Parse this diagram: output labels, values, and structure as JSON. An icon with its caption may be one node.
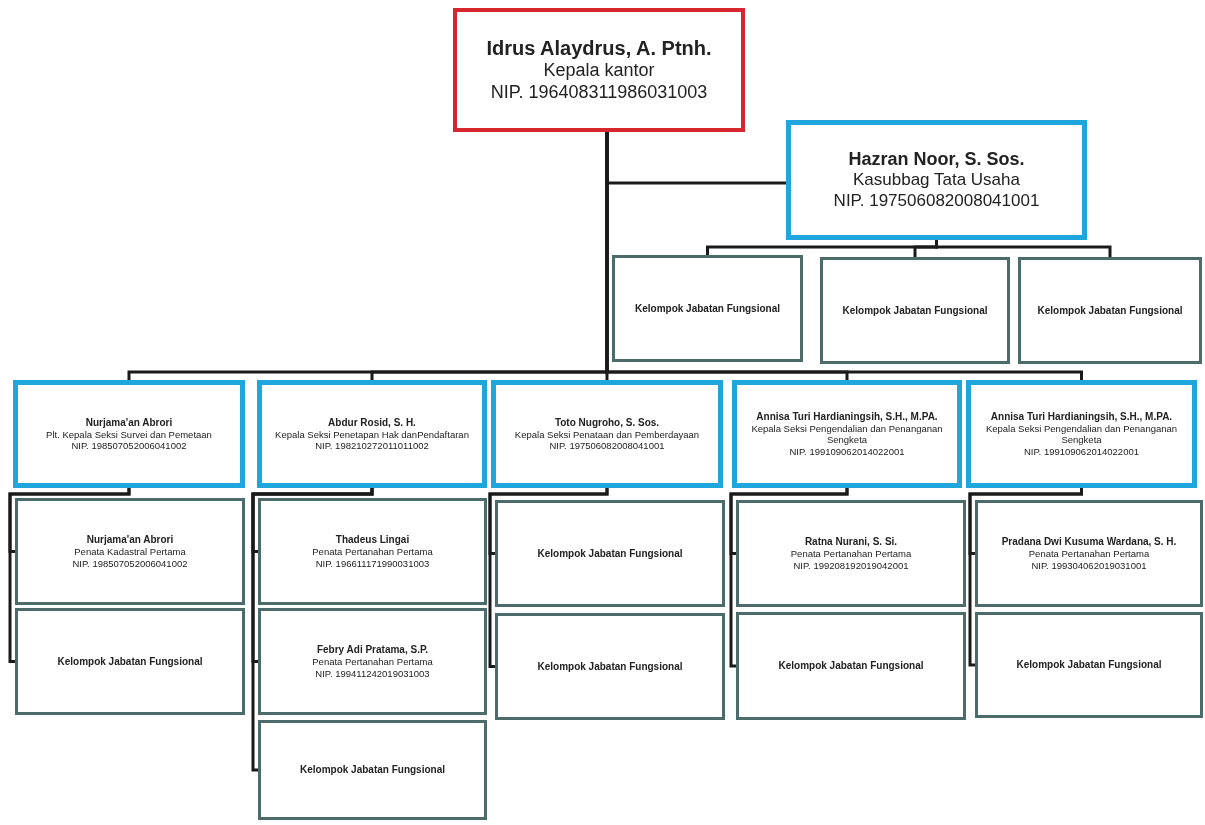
{
  "diagram": {
    "nodes": [
      {
        "text": [
          "Idrus Alaydrus, A. Ptnh.",
          "Kepala kantor",
          "NIP. 196408311986031003"
        ]
      },
      {
        "text": [
          "Hazran Noor, S. Sos.",
          "Kasubbag Tata Usaha",
          "NIP. 197506082008041001"
        ]
      },
      {
        "text": [
          "Kelompok Jabatan Fungsional"
        ]
      },
      {
        "text": [
          "Kelompok Jabatan Fungsional"
        ]
      },
      {
        "text": [
          "Kelompok Jabatan Fungsional"
        ]
      },
      {
        "text": [
          "Nurjama'an Abrori",
          "Plt. Kepala Seksi Survei dan Pemetaan",
          "NIP. 198507052006041002"
        ]
      },
      {
        "text": [
          "Abdur Rosid, S. H.",
          "Kepala Seksi Penetapan Hak danPendaftaran",
          "NIP. 198210272011011002"
        ]
      },
      {
        "text": [
          "Toto Nugroho, S. Sos.",
          "Kepala Seksi Penataan dan Pemberdayaan",
          "NIP. 197506082008041001"
        ]
      },
      {
        "text": [
          "Annisa Turi Hardianingsih, S.H., M.PA.",
          "Kepala Seksi Pengendalian dan Penanganan Sengketa",
          "NIP. 199109062014022001"
        ]
      },
      {
        "text": [
          "Annisa Turi Hardianingsih, S.H., M.PA.",
          "Kepala Seksi Pengendalian dan Penanganan Sengketa",
          "NIP. 199109062014022001"
        ]
      },
      {
        "text": [
          "Nurjama'an Abrori",
          "Penata Kadastral Pertama",
          "NIP. 198507052006041002"
        ]
      },
      {
        "text": [
          "Kelompok Jabatan Fungsional"
        ]
      },
      {
        "text": [
          "Thadeus Lingai",
          "Penata Pertanahan Pertama",
          "NIP. 196611171990031003"
        ]
      },
      {
        "text": [
          "Febry Adi Pratama, S.P.",
          "Penata Pertanahan Pertama",
          "NIP. 199411242019031003"
        ]
      },
      {
        "text": [
          "Kelompok Jabatan Fungsional"
        ]
      },
      {
        "text": [
          "Kelompok Jabatan Fungsional"
        ]
      },
      {
        "text": [
          "Kelompok Jabatan Fungsional"
        ]
      },
      {
        "text": [
          "Ratna Nurani, S. Si.",
          "Penata Pertanahan Pertama",
          "NIP. 199208192019042001"
        ]
      },
      {
        "text": [
          "Kelompok Jabatan Fungsional"
        ]
      },
      {
        "text": [
          "Pradana Dwi Kusuma Wardana, S. H.",
          "Penata Pertanahan Pertama",
          "NIP. 199304062019031001"
        ]
      },
      {
        "text": [
          "Kelompok Jabatan Fungsional"
        ]
      }
    ],
    "edges": [
      {
        "from": 0,
        "to": 1,
        "arrow": "none"
      },
      {
        "from": 1,
        "to": 2,
        "arrow": "none"
      },
      {
        "from": 1,
        "to": 3,
        "arrow": "none"
      },
      {
        "from": 1,
        "to": 4,
        "arrow": "none"
      },
      {
        "from": 0,
        "to": 5,
        "arrow": "none"
      },
      {
        "from": 0,
        "to": 6,
        "arrow": "none"
      },
      {
        "from": 0,
        "to": 7,
        "arrow": "none"
      },
      {
        "from": 0,
        "to": 8,
        "arrow": "none"
      },
      {
        "from": 0,
        "to": 9,
        "arrow": "none"
      },
      {
        "from": 5,
        "to": 10,
        "arrow": "none"
      },
      {
        "from": 5,
        "to": 11,
        "arrow": "none"
      },
      {
        "from": 6,
        "to": 12,
        "arrow": "none"
      },
      {
        "from": 6,
        "to": 13,
        "arrow": "none"
      },
      {
        "from": 6,
        "to": 14,
        "arrow": "none"
      },
      {
        "from": 7,
        "to": 15,
        "arrow": "none"
      },
      {
        "from": 7,
        "to": 16,
        "arrow": "none"
      },
      {
        "from": 8,
        "to": 17,
        "arrow": "none"
      },
      {
        "from": 8,
        "to": 18,
        "arrow": "none"
      },
      {
        "from": 9,
        "to": 19,
        "arrow": "none"
      },
      {
        "from": 9,
        "to": 20,
        "arrow": "none"
      }
    ]
  }
}
